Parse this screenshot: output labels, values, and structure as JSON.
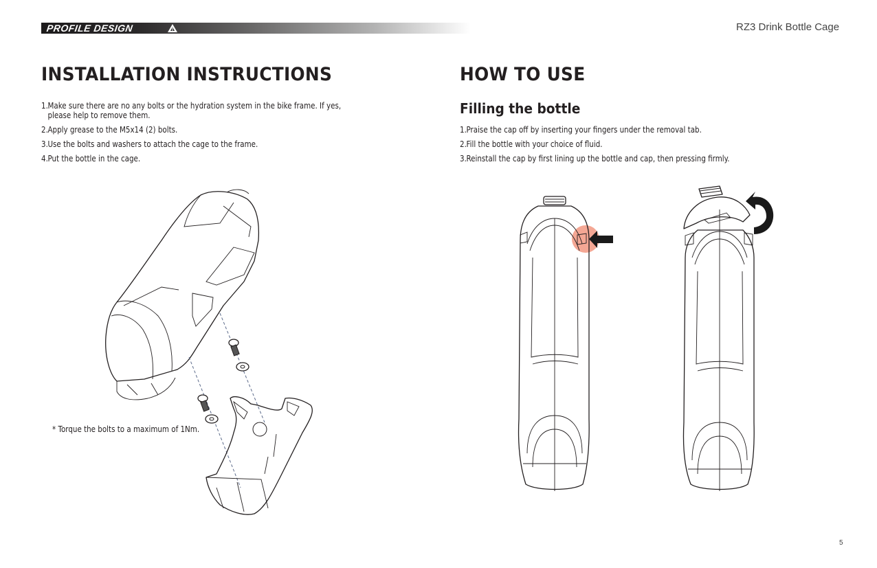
{
  "header": {
    "brand": "PROFILE DESIGN",
    "brand_logo_icon": "triangle-logo-icon",
    "document_title": "RZ3 Drink Bottle Cage"
  },
  "installation": {
    "title": "INSTALLATION INSTRUCTIONS",
    "steps": [
      {
        "num": "1.",
        "text": "Make sure there are no any bolts or the hydration system in the bike frame. If yes,",
        "text2": "please help to remove them."
      },
      {
        "num": "2.",
        "text": "Apply grease to the M5x14 (2) bolts."
      },
      {
        "num": "3.",
        "text": "Use the bolts and washers to attach the cage to the frame."
      },
      {
        "num": "4.",
        "text": "Put the bottle in the cage."
      }
    ],
    "note": "* Torque the bolts to a maximum of 1Nm.",
    "illustration": "exploded-view-bottle-cage-bolts-washers"
  },
  "how_to_use": {
    "title": "HOW TO USE",
    "subtitle": "Filling the bottle",
    "steps": [
      {
        "num": "1.",
        "text": "Praise the cap off by inserting your fingers under the removal tab."
      },
      {
        "num": "2.",
        "text": "Fill the bottle with your choice of fluid."
      },
      {
        "num": "3.",
        "text": "Reinstall the cap by first lining up the bottle and cap, then pressing firmly."
      }
    ],
    "illustrations": [
      "bottle-removal-tab-highlight",
      "bottle-cap-opening-rotation"
    ],
    "highlight_color": "#f08a70",
    "arrow_color": "#1a1a1a"
  },
  "footer": {
    "page_number": "5"
  }
}
